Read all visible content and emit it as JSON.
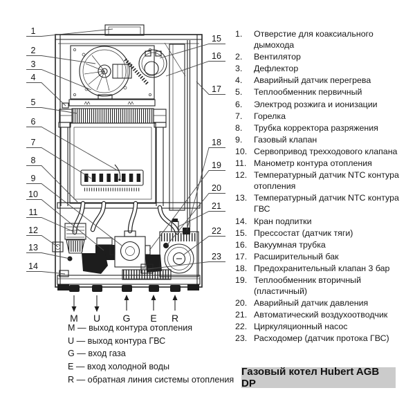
{
  "diagram": {
    "callouts_left": [
      "1",
      "2",
      "3",
      "4",
      "5",
      "6",
      "7",
      "8",
      "9",
      "10",
      "11",
      "12",
      "13",
      "14"
    ],
    "callouts_right": [
      "15",
      "16",
      "17",
      "18",
      "19",
      "20",
      "21",
      "22",
      "23"
    ],
    "connections": [
      {
        "letter": "M",
        "direction": "down"
      },
      {
        "letter": "U",
        "direction": "down"
      },
      {
        "letter": "G",
        "direction": "up"
      },
      {
        "letter": "E",
        "direction": "up"
      },
      {
        "letter": "R",
        "direction": "up"
      }
    ],
    "connection_legend": [
      "M — выход контура отопления",
      "U — выход контура ГВС",
      "G — вход газа",
      "E — вход холодной воды",
      "R — обратная линия системы отопления"
    ]
  },
  "parts_list": [
    {
      "num": "1.",
      "text": "Отверстие для коаксиального дымохода"
    },
    {
      "num": "2.",
      "text": "Вентилятор"
    },
    {
      "num": "3.",
      "text": "Дефлектор"
    },
    {
      "num": "4.",
      "text": "Аварийный датчик перегрева"
    },
    {
      "num": "5.",
      "text": "Теплообменник первичный"
    },
    {
      "num": "6.",
      "text": "Электрод розжига и ионизации"
    },
    {
      "num": "7.",
      "text": "Горелка"
    },
    {
      "num": "8.",
      "text": "Трубка корректора разряжения"
    },
    {
      "num": "9.",
      "text": "Газовый клапан"
    },
    {
      "num": "10.",
      "text": "Сервопривод трехходового клапана"
    },
    {
      "num": "11.",
      "text": "Манометр контура отопления"
    },
    {
      "num": "12.",
      "text": "Температурный датчик NTC контура отопления"
    },
    {
      "num": "13.",
      "text": "Температурный датчик NTC контура ГВС"
    },
    {
      "num": "14.",
      "text": "Кран подпитки"
    },
    {
      "num": "15.",
      "text": "Прессостат (датчик тяги)"
    },
    {
      "num": "16.",
      "text": "Вакуумная трубка"
    },
    {
      "num": "17.",
      "text": "Расширительный бак"
    },
    {
      "num": "18.",
      "text": "Предохранительный клапан 3 бар"
    },
    {
      "num": "19.",
      "text": "Теплообменник вторичный (пластичный)"
    },
    {
      "num": "20.",
      "text": "Аварийный датчик давления"
    },
    {
      "num": "21.",
      "text": "Автоматический воздухоотводчик"
    },
    {
      "num": "22.",
      "text": "Циркуляционный насос"
    },
    {
      "num": "23.",
      "text": "Расходомер (датчик протока ГВС)"
    }
  ],
  "footer": {
    "title": "Газовый котел Hubert AGB DP"
  },
  "colors": {
    "line": "#222222",
    "title_bg": "#cbcbcb"
  }
}
